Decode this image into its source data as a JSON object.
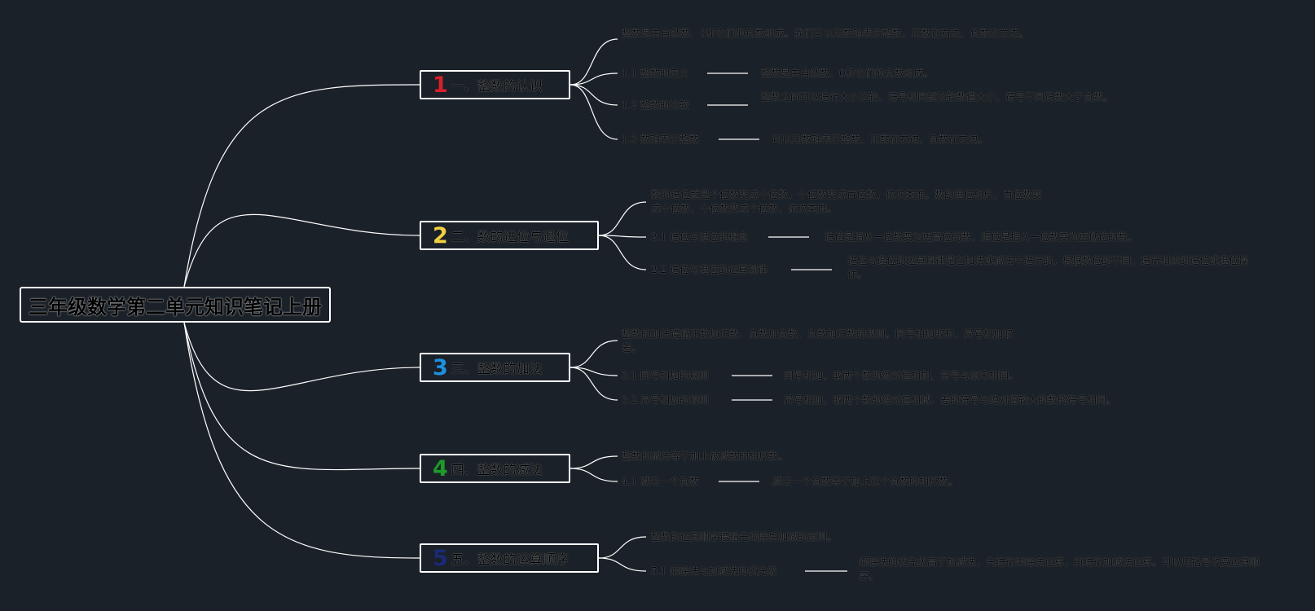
{
  "root": {
    "title": "三年级数学第二单元知识笔记上册"
  },
  "colors": {
    "background": "#1b2128",
    "lines": "#ffffff",
    "badge_1": "#d8202c",
    "badge_2": "#f0d040",
    "badge_3": "#1e90e0",
    "badge_4": "#1e9a2a",
    "badge_5": "#1a2a78"
  },
  "topics": [
    {
      "num": "1",
      "title": "一、整数的认识",
      "summary": "整数是由自然数、0和它们的负数组成。我们可以用数轴表示整数，正数在右边，负数在左边。",
      "items": [
        {
          "label": "1.1 整数的定义",
          "detail": "整数是由自然数、0和它们的负数组成。"
        },
        {
          "label": "1.2 整数的比较",
          "detail": "整数之间可以进行大小比较，符号相同就比较数值大小，符号不同正数大于负数。"
        },
        {
          "label": "1.3 数轴表示整数",
          "detail": "可以用数轴表示整数，正数在右边，负数在左边。"
        }
      ]
    },
    {
      "num": "2",
      "title": "二、数的进位与退位",
      "summary": "数的进位就是个位数变成十位数，十位数变成百位数，依次类推。数的退位相反，百位数变成十位数，十位数变成个位数，依次类推。",
      "items": [
        {
          "label": "2.1 进位与退位的概念",
          "detail": "进位是指从一位数变为更高位的数，退位是指从一位数变为更低位的数。"
        },
        {
          "label": "2.2 进位与退位的运算规律",
          "detail": "进位与退位的运算规律是在加法或减法中进行的，根据数位的不同，进行相应的进位或退位操作。"
        }
      ]
    },
    {
      "num": "3",
      "title": "三、整数的加法",
      "summary": "整数的加法遵循正数加正数、负数加负数、负数加正数的规则。同号相加取和，异号相加取差。",
      "items": [
        {
          "label": "3.1 同号相加的规则",
          "detail": "同号相加，取两个数的绝对值相加，符号与原来相同。"
        },
        {
          "label": "3.2 异号相加的规则",
          "detail": "异号相加，取两个数的绝对值相减，差的符号与绝对值较大的数的符号相同。"
        }
      ]
    },
    {
      "num": "4",
      "title": "四、整数的减法",
      "summary": "整数的减法等于加上被减数的相反数。",
      "items": [
        {
          "label": "4.1 减去一个负数",
          "detail": "减去一个负数等于加上这个负数的相反数。"
        }
      ]
    },
    {
      "num": "5",
      "title": "五、整数的运算顺序",
      "summary": "整数的运算顺序遵循先乘除后加减的原则。",
      "items": [
        {
          "label": "5.1 乘除法与加减法的优先级",
          "detail": "乘除法的优先级高于加减法，先进行乘除法运算，再进行加减法运算。可以用括号改变运算顺序。"
        }
      ]
    }
  ]
}
